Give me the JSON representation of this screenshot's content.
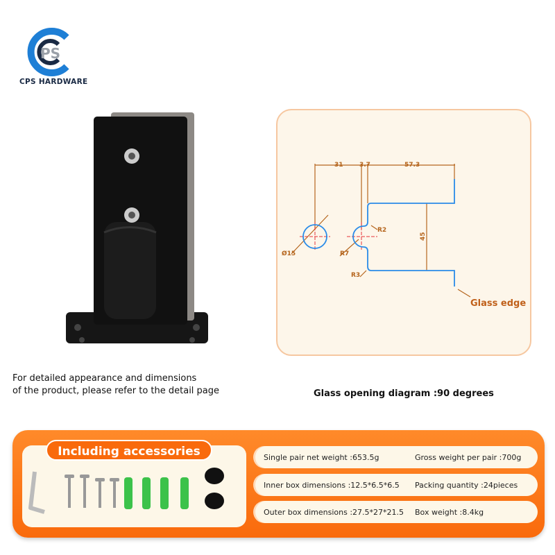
{
  "brand": {
    "name": "CPS HARDWARE",
    "logo_letters": "CPS",
    "colors": {
      "primary": "#1e7fd6",
      "dark": "#1a2a44"
    }
  },
  "product": {
    "caption_line1": "For detailed appearance and dimensions",
    "caption_line2": "of the product, please refer to the detail page"
  },
  "diagram": {
    "caption": "Glass opening diagram :90 degrees",
    "dims": {
      "d1": "31",
      "d2": "3.7",
      "d3": "57.3",
      "height": "45",
      "hole": "Ø15",
      "r7": "R7",
      "r2": "R2",
      "r3": "R3"
    },
    "glass_edge": "Glass edge",
    "colors": {
      "line": "#2a8be8",
      "dim": "#b5651d",
      "center": "#e8343a",
      "bg": "#fdf6ea"
    }
  },
  "accessories": {
    "title": "Including accessories",
    "items": [
      "allen-key",
      "screw",
      "screw",
      "screw",
      "screw",
      "wall-plug",
      "wall-plug",
      "wall-plug",
      "wall-plug",
      "cap",
      "cap"
    ]
  },
  "specs": [
    {
      "left": "Single pair net weight :653.5g",
      "right": "Gross weight per pair :700g"
    },
    {
      "left": "Inner box dimensions :12.5*6.5*6.5",
      "right": "Packing quantity :24pieces"
    },
    {
      "left": "Outer box dimensions :27.5*27*21.5",
      "right": "Box weight :8.4kg"
    }
  ],
  "accent": "#f96a0c"
}
